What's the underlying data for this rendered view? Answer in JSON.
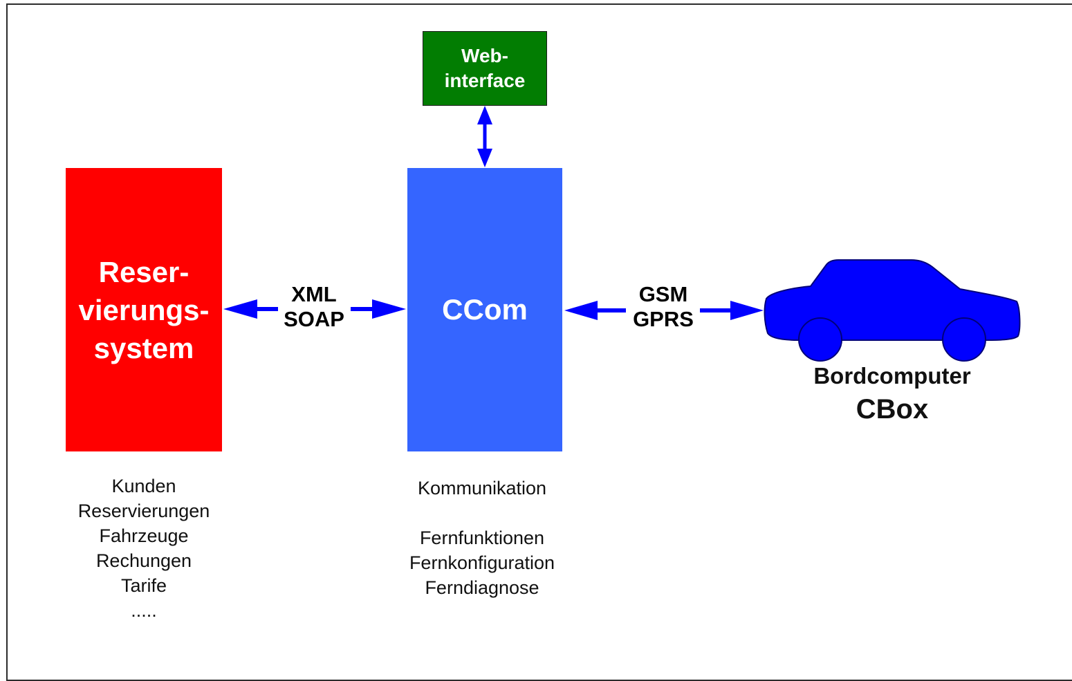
{
  "reservation_system": {
    "title": "Reser-\nvierungs-\nsystem",
    "items": [
      "Kunden",
      "Reservierungen",
      "Fahrzeuge",
      "Rechungen",
      "Tarife",
      "....."
    ]
  },
  "ccom": {
    "title": "CCom",
    "items": [
      "Kommunikation",
      "Fernfunktionen",
      "Fernkonfiguration",
      "Ferndiagnose"
    ]
  },
  "web_interface": {
    "title": "Web-\ninterface"
  },
  "connections": {
    "left_line1": "XML",
    "left_line2": "SOAP",
    "right_line1": "GSM",
    "right_line2": "GPRS"
  },
  "vehicle": {
    "label_line1": "Bordcomputer",
    "label_line2": "CBox"
  },
  "colors": {
    "reservation": "#ff0000",
    "ccom": "#3565ff",
    "web": "#027d02",
    "arrow": "#0000ff",
    "car": "#0000ff"
  }
}
